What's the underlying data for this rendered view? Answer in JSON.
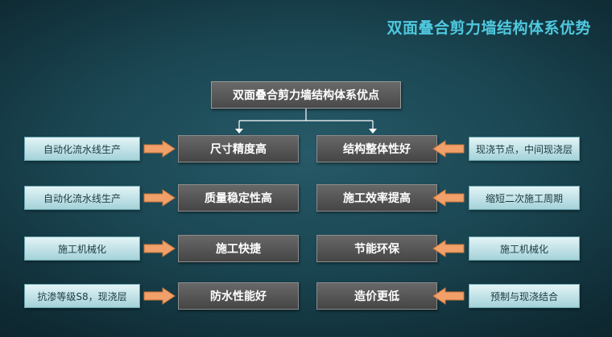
{
  "slide_title": "双面叠合剪力墙结构体系优势",
  "root_label": "双面叠合剪力墙结构体系优点",
  "rows": [
    {
      "left_cause": "自动化流水线生产",
      "left_advantage": "尺寸精度高",
      "right_advantage": "结构整体性好",
      "right_cause": "现浇节点，中间现浇层"
    },
    {
      "left_cause": "自动化流水线生产",
      "left_advantage": "质量稳定性高",
      "right_advantage": "施工效率提高",
      "right_cause": "缩短二次施工周期"
    },
    {
      "left_cause": "施工机械化",
      "left_advantage": "施工快捷",
      "right_advantage": "节能环保",
      "right_cause": "施工机械化"
    },
    {
      "left_cause": "抗渗等级S8，现浇层",
      "left_advantage": "防水性能好",
      "right_advantage": "造价更低",
      "right_cause": "预制与现浇结合"
    }
  ],
  "colors": {
    "title": "#4fc8de",
    "arrow_fill": "#f0a068",
    "arrow_stroke": "#c8743c",
    "gray_box": "#555555",
    "cause_box": "#bfe3e8"
  }
}
